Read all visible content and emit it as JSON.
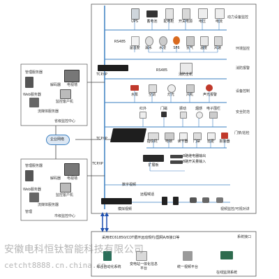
{
  "colors": {
    "line_blue": "#3a7fc1",
    "line_dark": "#444444",
    "box_border": "#555555",
    "device_dark": "#1e1e1e",
    "watermark": "#888888"
  },
  "right_panel": {
    "categories": {
      "power": "动力设备监控",
      "env": "环境监控",
      "fire": "消防报警",
      "equip": "设备控制",
      "security": "安全防范",
      "door": "门禁/巡检",
      "video": "视频监控/可视对讲",
      "sysif": "系统接口"
    },
    "power_devices": [
      "UPS",
      "蓄电池",
      "配电柜",
      "开关电源",
      "电压",
      "电流"
    ],
    "rs485_top": "RS485",
    "env_devices": [
      "温湿度",
      "漏水",
      "水浸",
      "SF6",
      "氢气",
      "温度",
      "风速"
    ],
    "rs485_mid": "RS485",
    "fire_host": "消防主机",
    "equip_devices": [
      "水泵",
      "空调",
      "灯光",
      "风机",
      "声光报警"
    ],
    "security_devices": [
      "红外",
      "门磁",
      "振动",
      "烟感",
      "电子围栏"
    ],
    "door_devices": [
      "指纹机",
      "电锁",
      "读卡器",
      "门禁",
      "巡更",
      "报警器"
    ],
    "expand_box": "扩展板",
    "relay_out": "8路继电器输出",
    "switch_in": "8路开关量输入",
    "digital_video": "数字视频",
    "remote_talk": "远程喊话",
    "analog_video": "模拟视频"
  },
  "left_panel": {
    "top_group": {
      "mgmt_server": "管理服务器",
      "tv_wall": "电视墙",
      "decoder": "解码器",
      "web_server": "Web服务器",
      "monitor_client": "监控客户机",
      "storage_server": "流媒体服务器",
      "title": "省级监控中心"
    },
    "tcpip_top": "TCP/IP",
    "network": "企业网络",
    "tcpip_mid": "TCP/IP",
    "tcpip_left": "TCP/IP",
    "bottom_group": {
      "mgmt_server": "管理服务器",
      "tv_wall": "电视墙",
      "decoder": "解码器",
      "web_server": "Web服务器",
      "monitor_client": "监控客户机",
      "storage_server": "流媒体服务器",
      "manager": "管理",
      "title": "市级监控中心"
    }
  },
  "bottom_panel": {
    "protocol_text": "采用IEC61850/CDT循环远动规约/国网A/B接口等",
    "items": [
      "综合自动化系统",
      "变电站一体化信息平台",
      "统一视频平台",
      "在线监测系统"
    ]
  },
  "watermark": {
    "line1": "安徽电科恒钛智能科技有限公司",
    "line2": "cetcht8888.cn.china.cn"
  }
}
